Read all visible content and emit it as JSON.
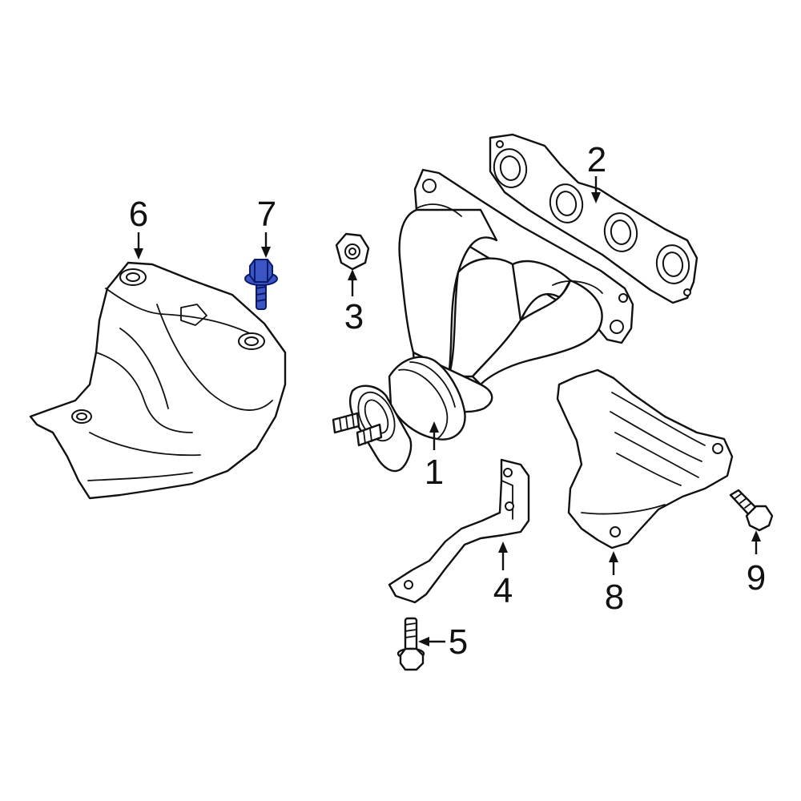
{
  "diagram": {
    "highlight_color": "#3b56c4",
    "line_color": "#111111",
    "background": "#ffffff",
    "highlighted_callout": "7",
    "callouts": [
      "1",
      "2",
      "3",
      "4",
      "5",
      "6",
      "7",
      "8",
      "9"
    ]
  }
}
